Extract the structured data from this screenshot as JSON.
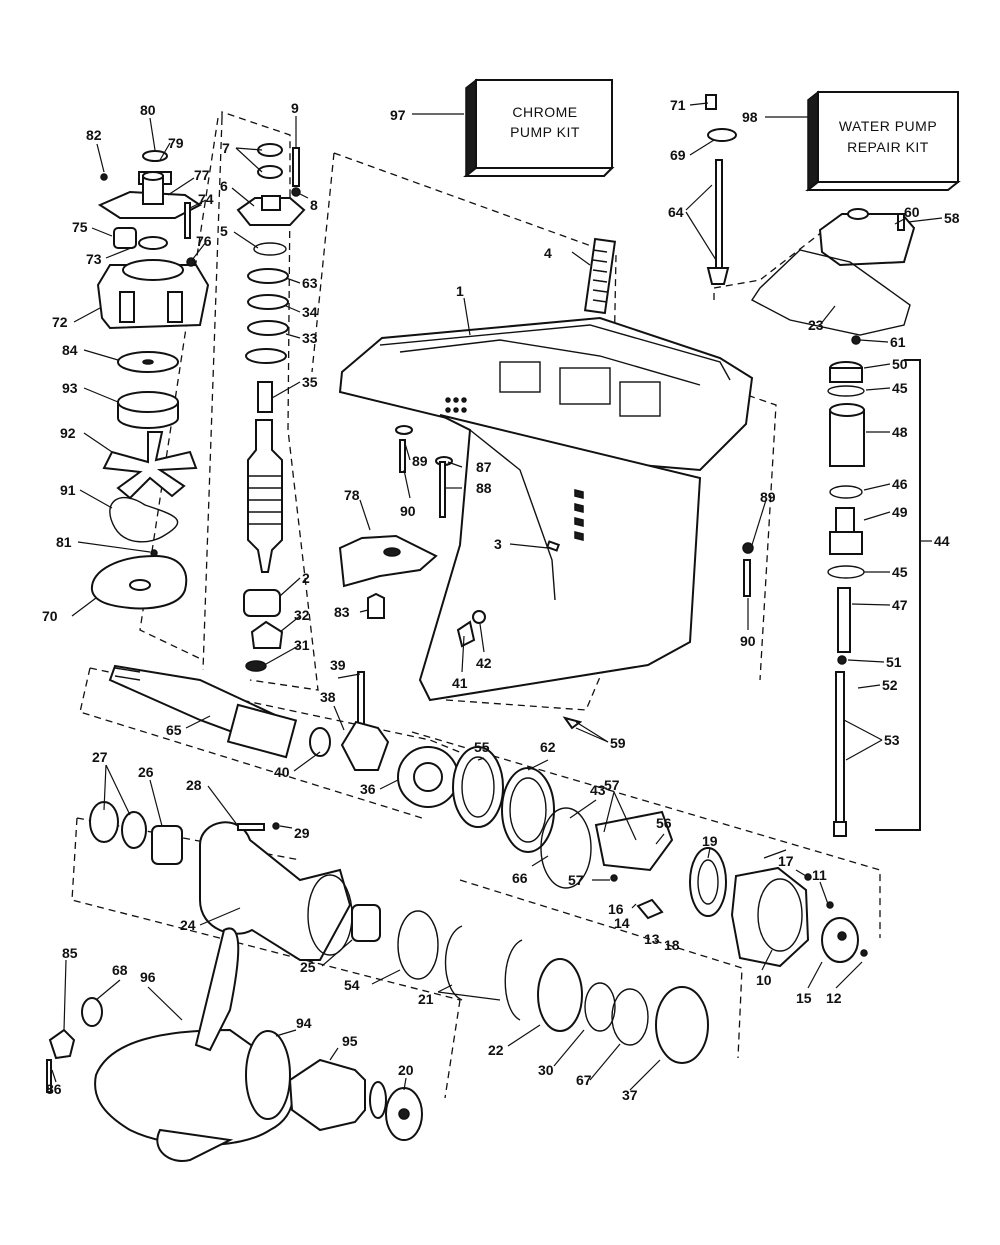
{
  "kits": {
    "chrome_pump": {
      "line1": "CHROME",
      "line2": "PUMP KIT"
    },
    "water_pump_repair": {
      "line1": "WATER PUMP",
      "line2": "REPAIR KIT"
    }
  },
  "callouts": {
    "c1": "1",
    "c2": "2",
    "c3": "3",
    "c4": "4",
    "c5": "5",
    "c6": "6",
    "c7": "7",
    "c8": "8",
    "c9": "9",
    "c10": "10",
    "c11": "11",
    "c12": "12",
    "c13": "13",
    "c14": "14",
    "c15": "15",
    "c16": "16",
    "c17": "17",
    "c18": "18",
    "c19": "19",
    "c20": "20",
    "c21": "21",
    "c22": "22",
    "c23": "23",
    "c24": "24",
    "c25": "25",
    "c26": "26",
    "c27": "27",
    "c28": "28",
    "c29": "29",
    "c30": "30",
    "c31": "31",
    "c32": "32",
    "c33": "33",
    "c34": "34",
    "c35": "35",
    "c36": "36",
    "c37": "37",
    "c38": "38",
    "c39": "39",
    "c40": "40",
    "c41": "41",
    "c42": "42",
    "c43": "43",
    "c44": "44",
    "c45a": "45",
    "c45b": "45",
    "c46": "46",
    "c47": "47",
    "c48": "48",
    "c49": "49",
    "c50": "50",
    "c51": "51",
    "c52": "52",
    "c53": "53",
    "c54": "54",
    "c55": "55",
    "c56": "56",
    "c57a": "57",
    "c57b": "57",
    "c58": "58",
    "c59": "59",
    "c60": "60",
    "c61": "61",
    "c62": "62",
    "c63": "63",
    "c64": "64",
    "c65": "65",
    "c66": "66",
    "c67": "67",
    "c68": "68",
    "c69": "69",
    "c70": "70",
    "c71": "71",
    "c72": "72",
    "c73": "73",
    "c74": "74",
    "c75": "75",
    "c76": "76",
    "c77": "77",
    "c78": "78",
    "c79": "79",
    "c80": "80",
    "c81": "81",
    "c82": "82",
    "c83": "83",
    "c84": "84",
    "c85": "85",
    "c86": "86",
    "c87": "87",
    "c88": "88",
    "c89a": "89",
    "c89b": "89",
    "c90a": "90",
    "c90b": "90",
    "c91": "91",
    "c92": "92",
    "c93": "93",
    "c94": "94",
    "c95": "95",
    "c96": "96",
    "c97": "97",
    "c98": "98"
  }
}
